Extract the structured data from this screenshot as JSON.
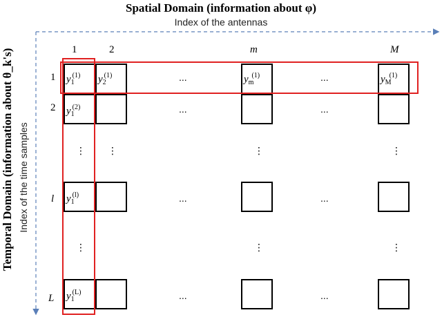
{
  "header": {
    "spatial_title": "Spatial Domain (information about φ)",
    "spatial_subtitle": "Index of the antennas",
    "temporal_title": "Temporal Domain (information about θ_k's)",
    "temporal_subtitle": "Index of the time samples"
  },
  "column_labels": [
    "1",
    "2",
    "m",
    "M"
  ],
  "row_labels": [
    "1",
    "2",
    "l",
    "L"
  ],
  "ellipsis_h": "...",
  "ellipsis_v": "⋮",
  "cells": {
    "r1c1": {
      "base": "y",
      "sub": "1",
      "sup": "(1)"
    },
    "r1c2": {
      "base": "y",
      "sub": "2",
      "sup": "(1)"
    },
    "r1cm": {
      "base": "y",
      "sub": "m",
      "sup": "(1)"
    },
    "r1cM": {
      "base": "y",
      "sub": "M",
      "sup": "(1)"
    },
    "r2c1": {
      "base": "y",
      "sub": "1",
      "sup": "(2)"
    },
    "rlc1": {
      "base": "y",
      "sub": "1",
      "sup": "(l)"
    },
    "rLc1": {
      "base": "y",
      "sub": "1",
      "sup": "(L)"
    }
  },
  "colors": {
    "highlight": "#e02020",
    "arrow": "#5a7fb8",
    "grid": "#000000"
  }
}
